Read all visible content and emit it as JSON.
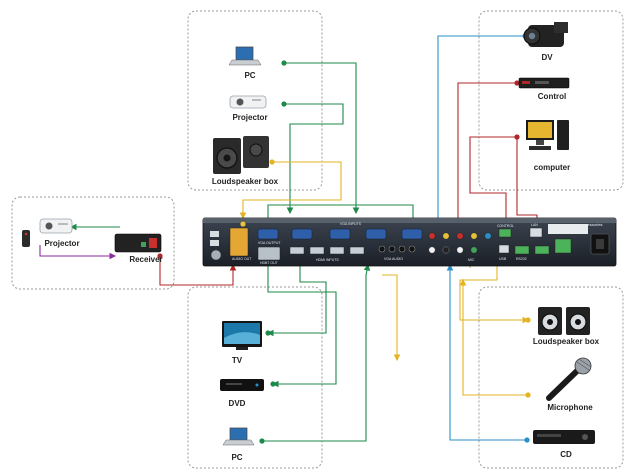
{
  "devices": {
    "pc_top": "PC",
    "projector_top": "Projector",
    "loudspeaker_top": "Loudspeaker box",
    "projector_left": "Projector",
    "receiver": "Receiver",
    "dv": "DV",
    "control": "Control",
    "computer": "computer",
    "tv": "TV",
    "dvd": "DVD",
    "pc_bottom": "PC",
    "loudspeaker_right": "Loudspeaker box",
    "microphone": "Microphone",
    "cd": "CD"
  },
  "panel": {
    "brand": "accessories",
    "labels": [
      "AUDIO OUT",
      "VGA OUTPUT",
      "HDBT OUT",
      "HDMI INPUTS",
      "VGA INPUTS",
      "VGA AUDIO",
      "MIC",
      "CONTROL",
      "LAN",
      "USB",
      "RS232"
    ]
  },
  "colors": {
    "green": "#1e8a4a",
    "red": "#b0272b",
    "blue": "#2a8fc9",
    "yellow": "#e3b321",
    "purple": "#8e2aa0"
  }
}
